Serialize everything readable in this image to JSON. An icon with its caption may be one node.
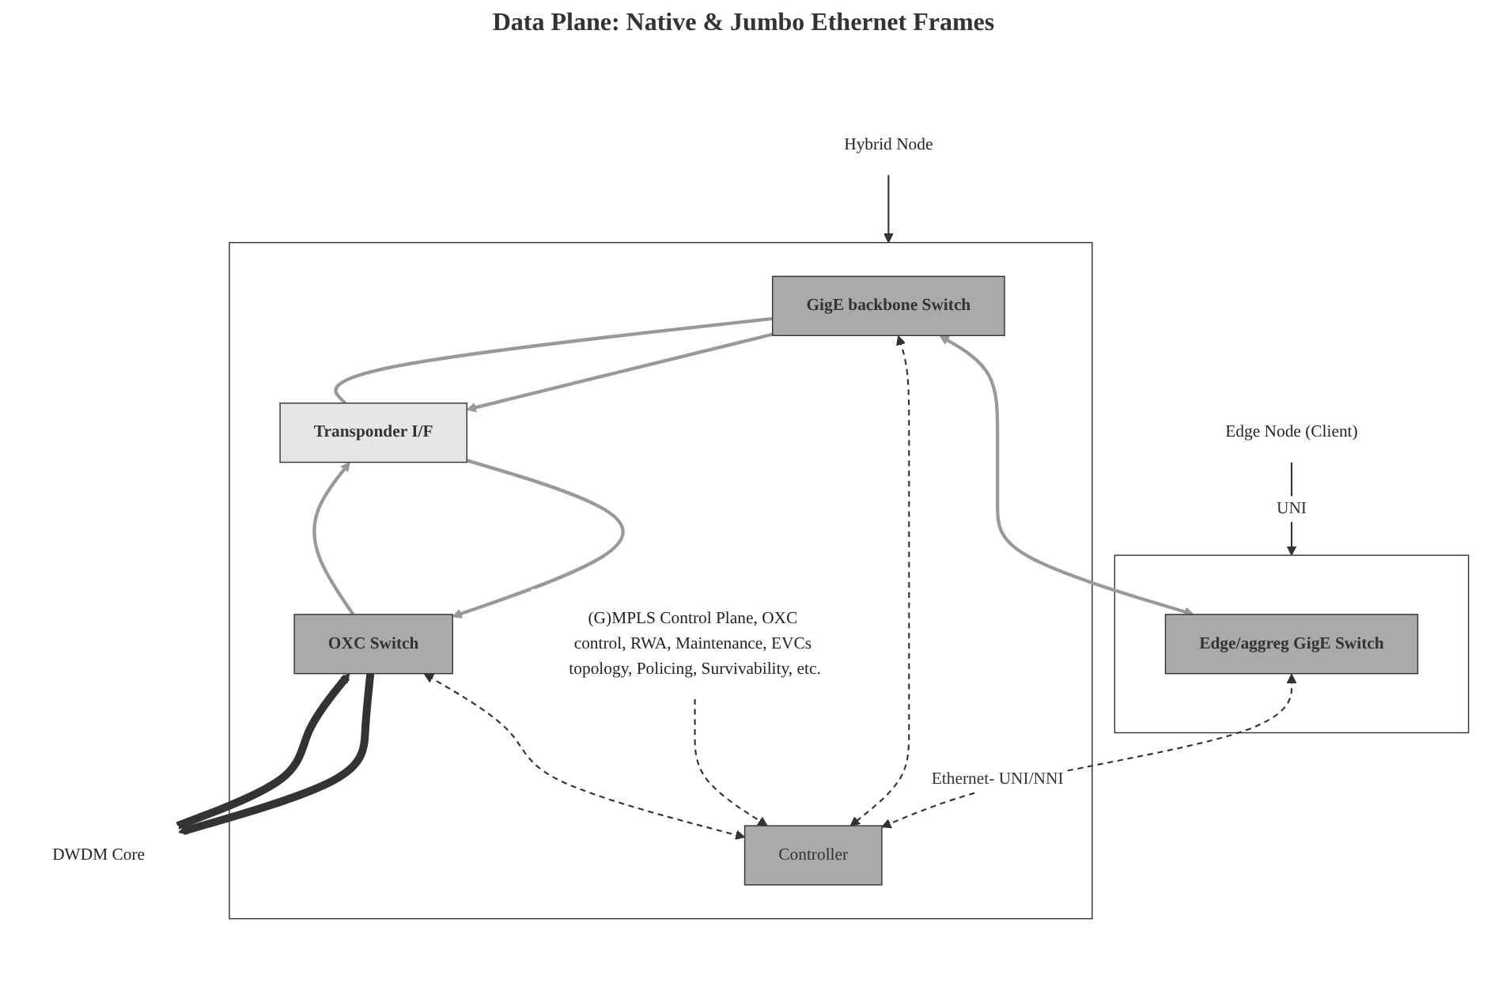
{
  "diagram": {
    "nodes": [
      {
        "text": [],
        "shape": "box"
      },
      {
        "text": [
          "Edge/aggreg GigE Switch"
        ],
        "in": 0
      },
      {
        "text": [
          "Edge Node (Client)"
        ]
      },
      {
        "text": [],
        "shape": "box"
      },
      {
        "text": [
          "GigE backbone Switch"
        ],
        "in": 3
      },
      {
        "text": [
          "Transponder I/F"
        ],
        "in": 3
      },
      {
        "text": [
          "Controller"
        ],
        "in": 3
      },
      {
        "text": [
          "OXC Switch"
        ],
        "in": 3
      },
      {
        "text": [
          "(G)MPLS Control Plane, OXC control, RWA, Maintenance, EVCs topology, Policing, Survivability, etc."
        ],
        "in": 3
      },
      {
        "text": [
          "Hybrid Node"
        ]
      },
      {
        "text": [
          "DWDM Core"
        ]
      }
    ],
    "edges": [
      {
        "from": 4,
        "to": 1,
        "arrow": "both",
        "color": "#999999"
      },
      {
        "from": 1,
        "to": 6,
        "arrow": "both",
        "label": "Ethernet- UNI/NNI",
        "style": "dashed"
      },
      {
        "from": 4,
        "to": 6,
        "arrow": "both",
        "style": "dashed"
      },
      {
        "from": 4,
        "to": 5,
        "arrow": "to",
        "color": "#999999"
      },
      {
        "from": 4,
        "to": 5,
        "arrow": "none",
        "color": "#999999"
      },
      {
        "from": 5,
        "to": 7,
        "arrow": "to",
        "color": "#999999"
      },
      {
        "from": 7,
        "to": 5,
        "arrow": "to",
        "color": "#999999"
      },
      {
        "from": 7,
        "to": 6,
        "arrow": "both",
        "style": "dashed"
      },
      {
        "from": 8,
        "to": 6,
        "arrow": "to",
        "style": "dashed"
      },
      {
        "from": 7,
        "to": 10,
        "arrow": "to",
        "style": "thick"
      },
      {
        "from": 10,
        "to": 7,
        "arrow": "to",
        "style": "thick"
      },
      {
        "from": 2,
        "to": 0,
        "arrow": "to",
        "label": "UNI"
      },
      {
        "from": 9,
        "to": 3,
        "arrow": "to"
      }
    ],
    "labels": [
      "Data Plane: Native & Jumbo Ethernet Frames"
    ]
  }
}
